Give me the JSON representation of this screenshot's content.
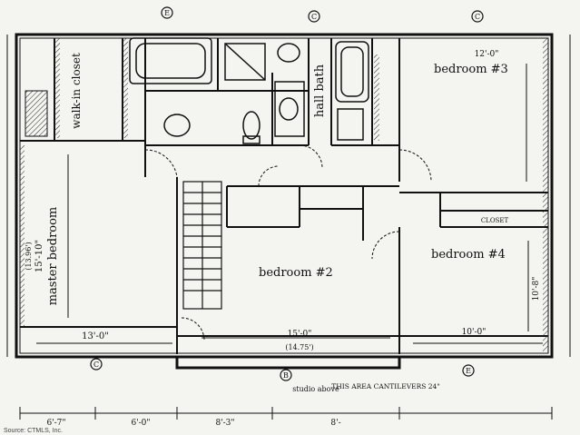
{
  "rooms": {
    "master": {
      "label": "master bedroom",
      "dim_main": "13'-0\"",
      "dim_width": "15'-10\"",
      "dim_small": "(13.96')"
    },
    "walk_in": "walk-in closet",
    "hall_bath": "hall bath",
    "bedroom2": {
      "label": "bedroom #2",
      "dim": "15'-0\"",
      "dim_sub": "(14.75')"
    },
    "bedroom3": {
      "label": "bedroom #3",
      "dim": "12'-0\""
    },
    "bedroom4": {
      "label": "bedroom #4",
      "dim": "10'-0\"",
      "dim_side": "10'-8\""
    },
    "closet": "CLOSET"
  },
  "notes": {
    "cantilever": "THIS AREA CANTILEVERS 24\"",
    "studio_above": "studio above",
    "dims_bottom": [
      "6'-7\"",
      "6'-0\"",
      "8'-3\"",
      "8'-"
    ]
  },
  "markers": [
    "E",
    "C",
    "C",
    "C",
    "B",
    "E"
  ],
  "source": "Source: CTMLS, Inc."
}
